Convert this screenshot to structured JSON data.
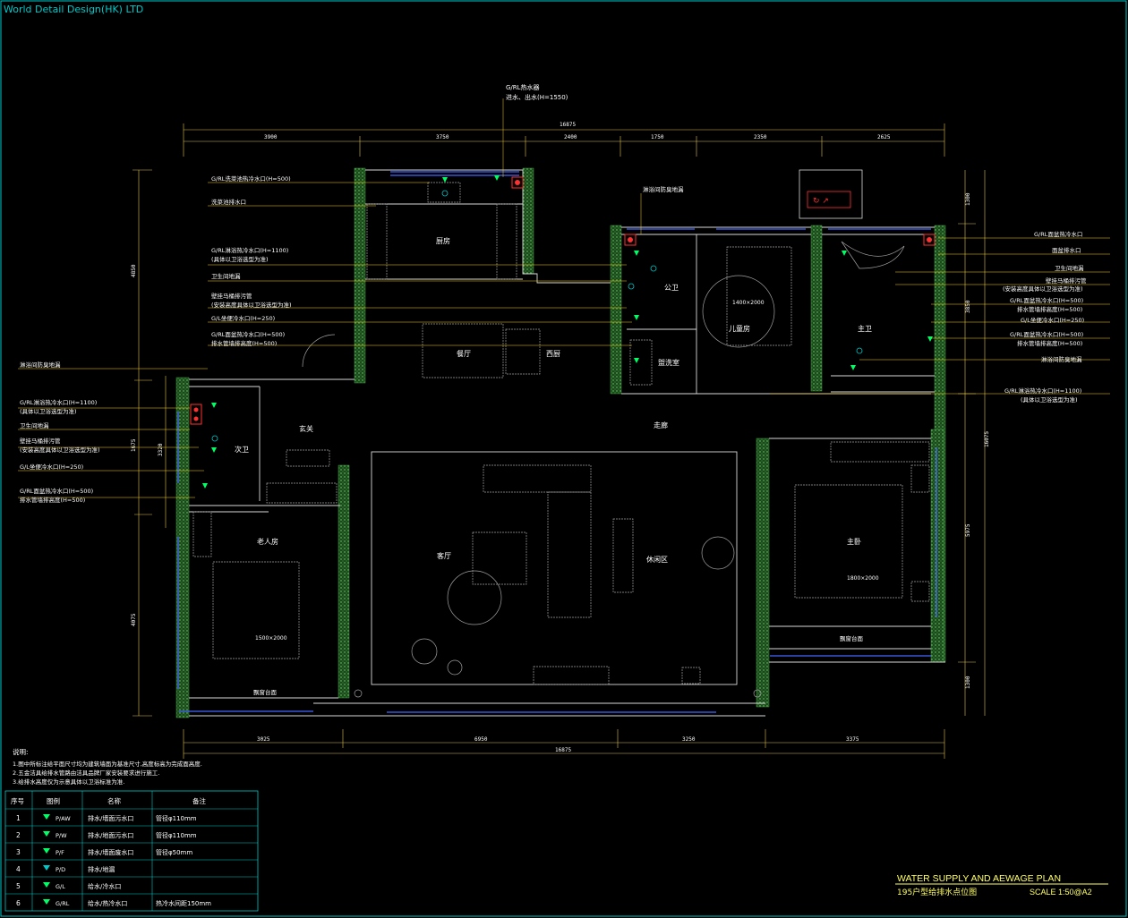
{
  "company": "World Detail Design(HK) LTD",
  "title": {
    "en": "WATER SUPPLY AND AEWAGE PLAN",
    "cn": "195户型给排水点位图",
    "scale": "SCALE  1:50@A2"
  },
  "colors": {
    "background": "#000000",
    "wall": "#2a6e2a",
    "window": "#4466ff",
    "cyan": "#00c8c8",
    "dim": "#e0c050",
    "furniture": "#a0a0a0",
    "leader": "#ffd000",
    "valve_red": "#ff3030"
  },
  "dims": {
    "top_total": "16875",
    "top": [
      "3900",
      "3750",
      "2400",
      "1750",
      "2350",
      "2625"
    ],
    "bottom_total": "16875",
    "bottom": [
      "3025",
      "6950",
      "3250",
      "3375"
    ],
    "left": [
      "4850",
      "3320",
      "4075"
    ],
    "right": [
      "1300",
      "3850",
      "5975",
      "1300"
    ],
    "right_total": "16075",
    "left_mid": "1675"
  },
  "rooms": {
    "kitchen": "厨房",
    "public_bath": "公卫",
    "child_room": "儿童房",
    "master_bath": "主卫",
    "dining": "餐厅",
    "western_kitchen": "西厨",
    "laundry": "盥洗室",
    "corridor": "走廊",
    "foyer": "玄关",
    "second_bath": "次卫",
    "elder_room": "老人房",
    "living": "客厅",
    "leisure": "休闲区",
    "master_bedroom": "主卧",
    "bed_1400": "1400×2000",
    "bed_1500": "1500×2000",
    "bed_1800": "1800×2000",
    "bay_window_1": "飘窗台面",
    "bay_window_2": "飘窗台面"
  },
  "labels": {
    "top_heater_1": "G/RL热水器",
    "top_heater_2": "进水、出水(H=1550)",
    "k_sink": "G/RL洗菜池热冷水口(H=500)",
    "k_drain": "洗菜池排水口",
    "pb_shower_1": "G/RL淋浴热冷水口(H=1100)",
    "pb_shower_2": "(具体以卫浴选型为准)",
    "pb_floor": "卫生间地漏",
    "pb_toilet_1": "壁挂马桶排污管",
    "pb_toilet_2": "(安装高度具体以卫浴选型为准)",
    "pb_toilet_water": "G/L坐便冷水口(H=250)",
    "pb_basin_1": "G/RL面盆热冷水口(H=500)",
    "pb_basin_2": "排水管墙排高度(H=500)",
    "pb_shower_drain": "淋浴间防臭地漏",
    "sb_shower_drain": "淋浴间防臭地漏",
    "sb_shower_1": "G/RL淋浴热冷水口(H=1100)",
    "sb_shower_2": "(具体以卫浴选型为准)",
    "sb_floor": "卫生间地漏",
    "sb_toilet_1": "壁挂马桶排污管",
    "sb_toilet_2": "(安装高度具体以卫浴选型为准)",
    "sb_toilet_water": "G/L坐便冷水口(H=250)",
    "sb_basin_1": "G/RL面盆热冷水口(H=500)",
    "sb_basin_2": "排水管墙排高度(H=500)",
    "mb_basin": "G/RL面盆热冷水口",
    "mb_basin_drain": "面盆排水口",
    "mb_floor": "卫生间地漏",
    "mb_toilet_1": "壁挂马桶排污管",
    "mb_toilet_2": "(安装高度具体以卫浴选型为准)",
    "mb_basin_hc": "G/RL面盆热冷水口(H=500)",
    "mb_basin_h": "排水管墙排高度(H=500)",
    "mb_toilet_water": "G/L坐便冷水口(H=250)",
    "mb_basin_hc2": "G/RL面盆热冷水口(H=500)",
    "mb_basin_h2": "排水管墙排高度(H=500)",
    "mb_shower_drain": "淋浴间防臭地漏",
    "mb_shower_1": "G/RL淋浴热冷水口(H=1100)",
    "mb_shower_2": "(具体以卫浴选型为准)",
    "pb_top_drain": "淋浴间防臭地漏"
  },
  "notes": {
    "title": "说明:",
    "items": [
      "1.图中所标注给平面尺寸均为建筑墙面为基准尺寸,高度标高为完成面高度.",
      "2.五金洁具给排水管路由洁具品牌厂家安装要求进行施工.",
      "3.给排水高度仅为示意具体以卫浴标准为准."
    ]
  },
  "legend": {
    "headers": [
      "序号",
      "图例",
      "名称",
      "备注"
    ],
    "rows": [
      {
        "no": "1",
        "code": "P/AW",
        "name": "排水/墙面污水口",
        "note": "管径φ110mm",
        "color": "#00ff66"
      },
      {
        "no": "2",
        "code": "P/W",
        "name": "排水/地面污水口",
        "note": "管径φ110mm",
        "color": "#00ff66"
      },
      {
        "no": "3",
        "code": "P/F",
        "name": "排水/墙面废水口",
        "note": "管径φ50mm",
        "color": "#00ff66"
      },
      {
        "no": "4",
        "code": "P/D",
        "name": "排水/地漏",
        "note": "",
        "color": "#00c8c8"
      },
      {
        "no": "5",
        "code": "G/L",
        "name": "给水/冷水口",
        "note": "",
        "color": "#00ff66"
      },
      {
        "no": "6",
        "code": "G/RL",
        "name": "给水/热冷水口",
        "note": "热冷水间距150mm",
        "color": "#00ff66"
      }
    ]
  }
}
